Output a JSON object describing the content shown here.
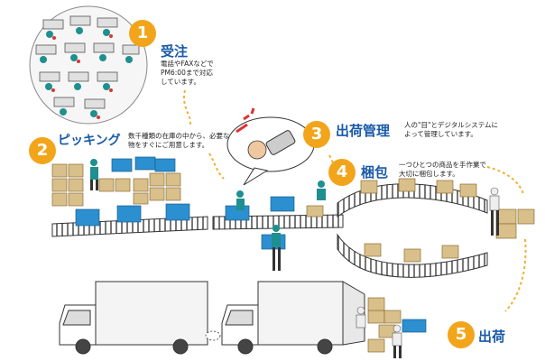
{
  "steps": [
    {
      "num": "1",
      "title": "受注",
      "desc": "電話やFAXなどで\nPM6:00まで対応\nしています。"
    },
    {
      "num": "2",
      "title": "ピッキング",
      "desc": "数千種類の在庫の中から、必要な\n物をすぐにご用意します。"
    },
    {
      "num": "3",
      "title": "出荷管理",
      "desc": "人の\"目\"とデジタルシステムに\nよって管理しています。"
    },
    {
      "num": "4",
      "title": "梱包",
      "desc": "一つひとつの商品を手作業で\n大切に梱包します。"
    },
    {
      "num": "5",
      "title": "出荷",
      "desc": ""
    }
  ],
  "colors": {
    "badge": "#f2a51a",
    "title": "#1a5aa8",
    "crate": "#2b8fd0",
    "box": "#d9c08a",
    "path": "#f2b030"
  }
}
